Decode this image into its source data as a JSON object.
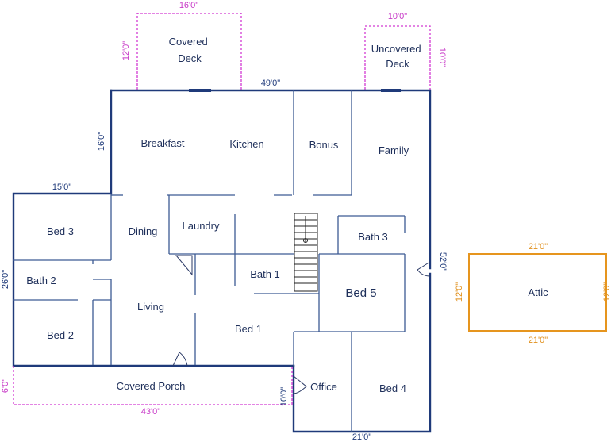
{
  "rooms": {
    "covered_deck": "Covered\nDeck",
    "uncovered_deck": "Uncovered\nDeck",
    "breakfast": "Breakfast",
    "kitchen": "Kitchen",
    "bonus": "Bonus",
    "family": "Family",
    "bed3": "Bed 3",
    "dining": "Dining",
    "laundry": "Laundry",
    "bath3": "Bath 3",
    "bath2": "Bath 2",
    "bath1": "Bath 1",
    "bed5": "Bed 5",
    "living": "Living",
    "bed2": "Bed 2",
    "bed1": "Bed 1",
    "office": "Office",
    "bed4": "Bed 4",
    "covered_porch": "Covered Porch",
    "attic": "Attic"
  },
  "dimensions": {
    "covered_deck_w": "16'0\"",
    "covered_deck_h": "12'0\"",
    "uncovered_deck_w": "10'0\"",
    "uncovered_deck_h": "10'0\"",
    "top_wall": "49'0\"",
    "breakfast_h": "16'0\"",
    "left_wing_w": "15'0\"",
    "left_wing_h": "26'0\"",
    "right_wall_h": "52'0\"",
    "porch_h": "6'0\"",
    "porch_w": "43'0\"",
    "office_h": "10'0\"",
    "bottom_right_w": "21'0\"",
    "attic_top": "21'0\"",
    "attic_bottom": "21'0\"",
    "attic_left": "12'0\"",
    "attic_right": "12'0\""
  },
  "colors": {
    "wall": "#1f3a7a",
    "deck": "#d23ad2",
    "attic": "#e6951e"
  }
}
